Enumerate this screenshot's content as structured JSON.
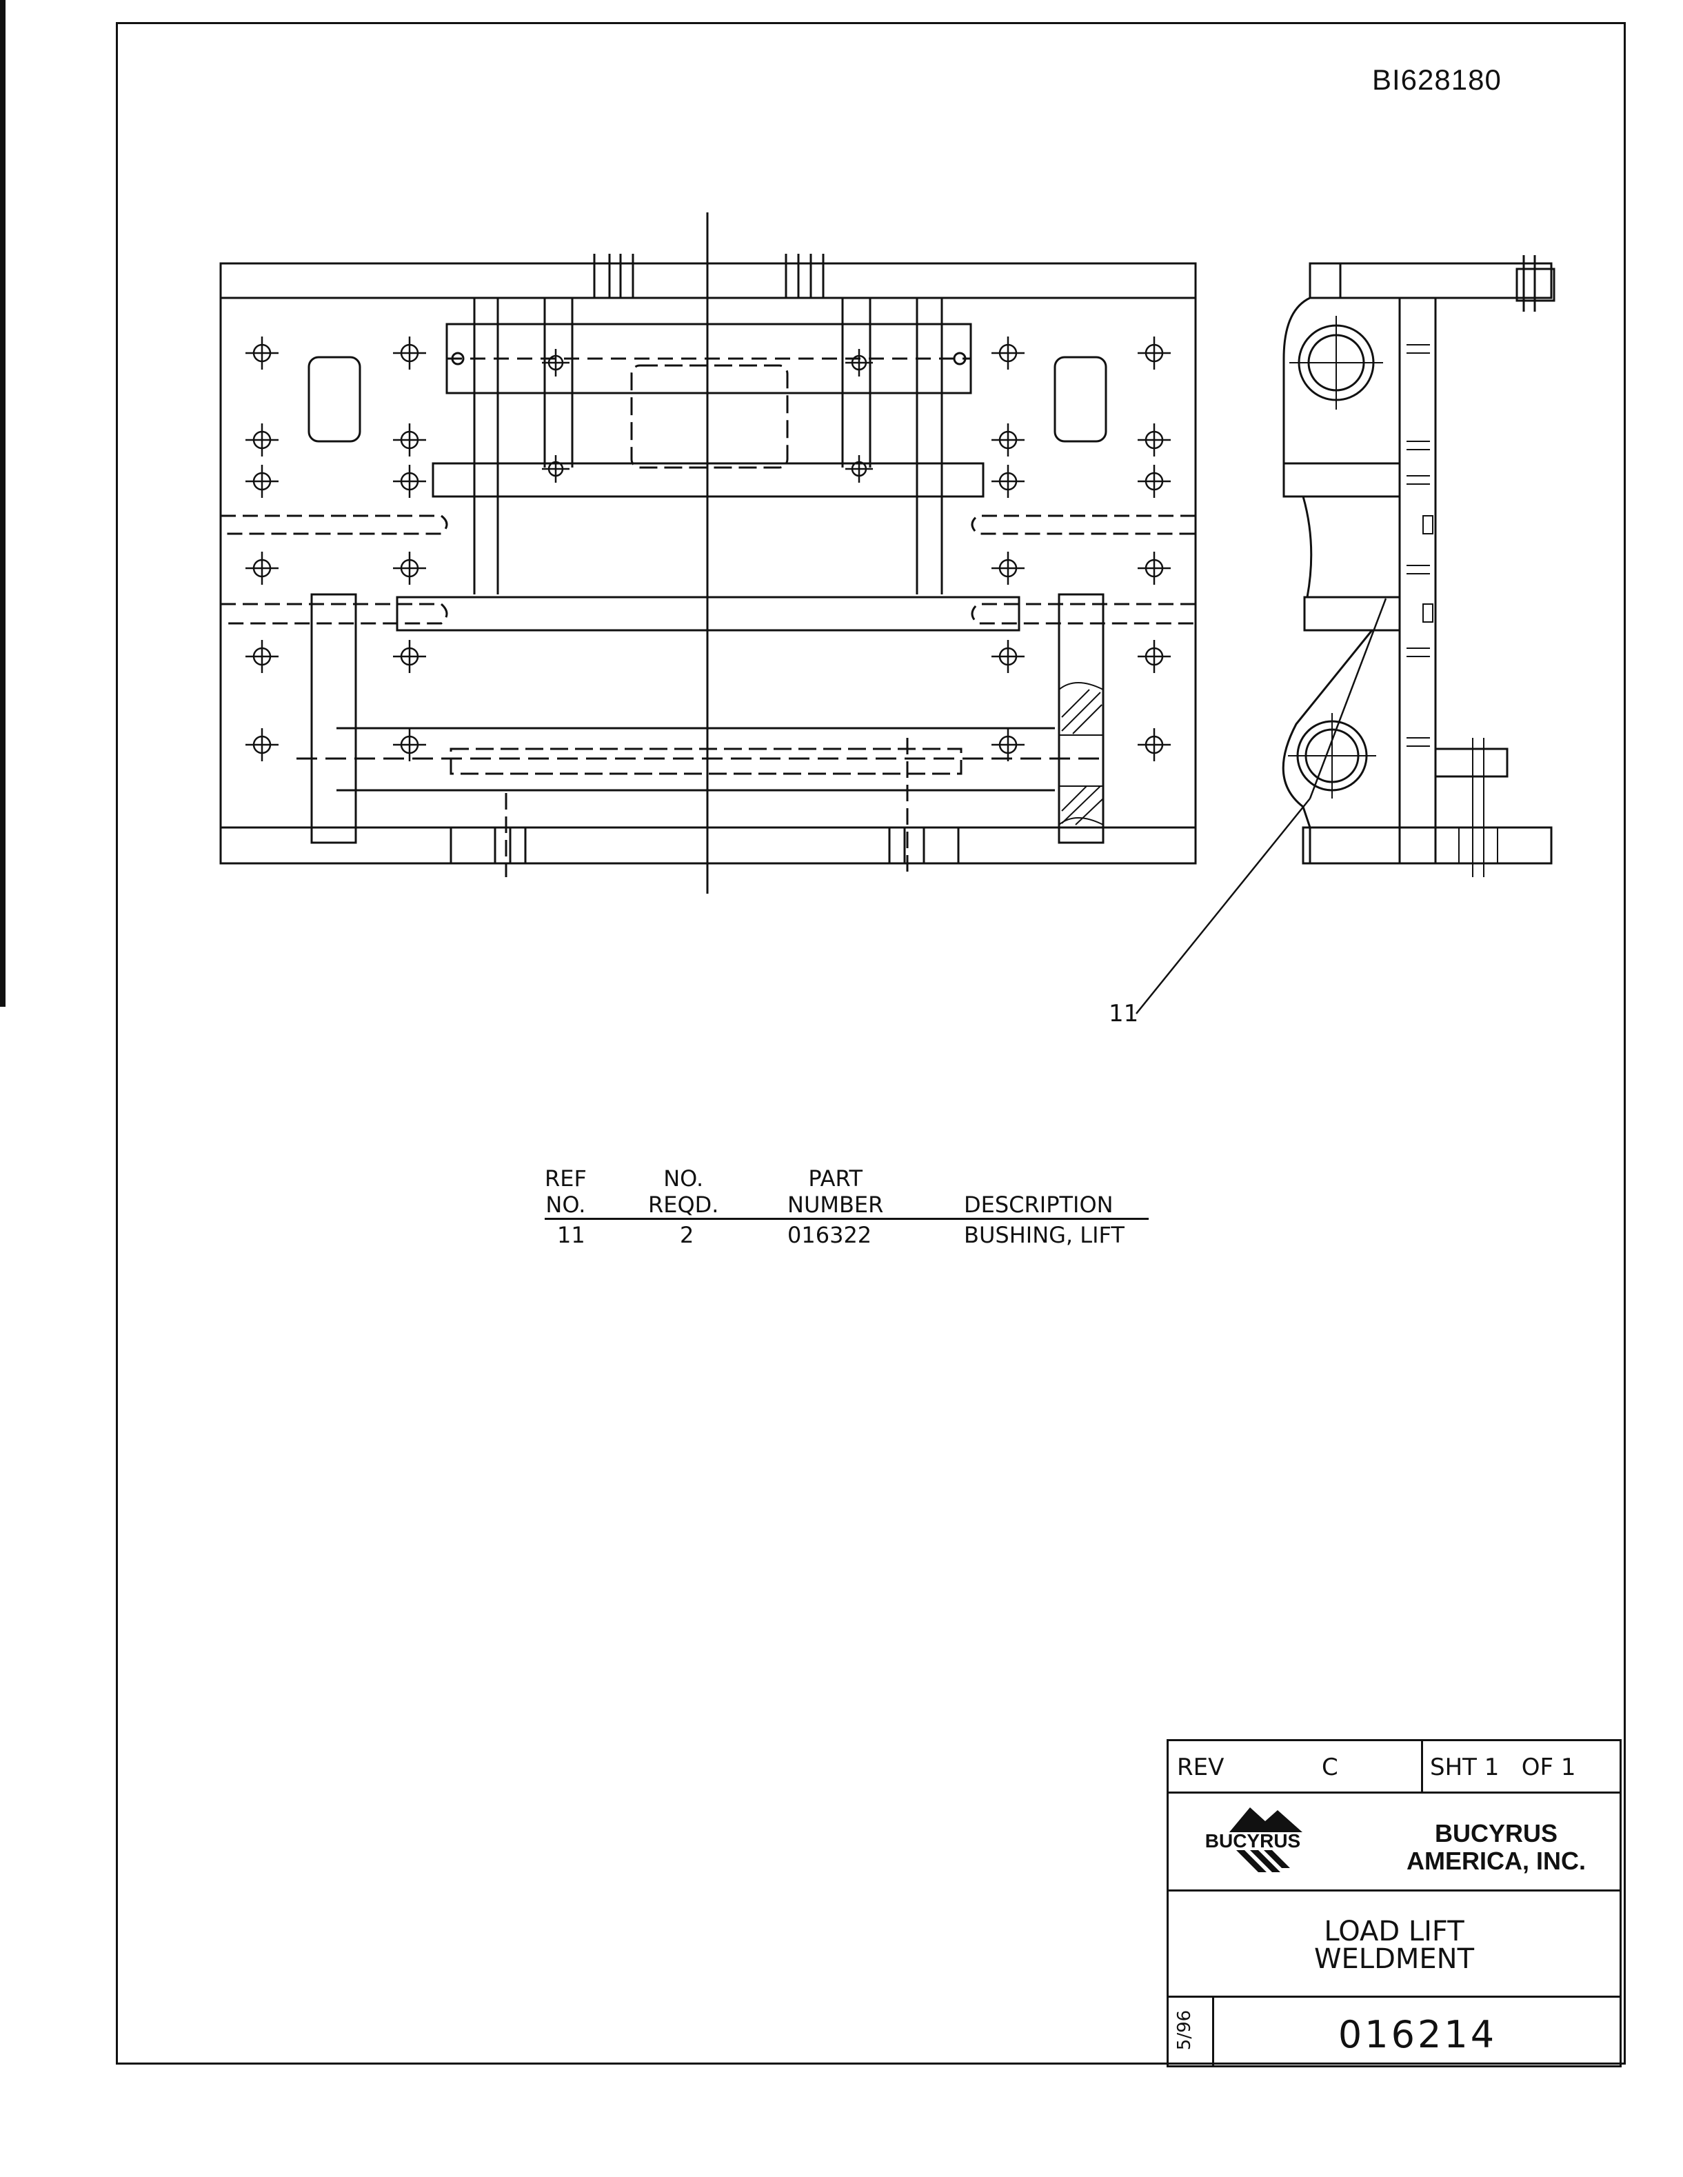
{
  "document_id": "BI628180",
  "callouts": [
    {
      "ref": "11",
      "target": "bushing-lift"
    }
  ],
  "parts_list": {
    "headers": {
      "ref_no": [
        "REF",
        "NO."
      ],
      "no_reqd": [
        "NO.",
        "REQD."
      ],
      "part_number": [
        "PART",
        "NUMBER"
      ],
      "description": [
        "DESCRIPTION"
      ]
    },
    "rows": [
      {
        "ref_no": "11",
        "no_reqd": "2",
        "part_number": "016322",
        "description": "BUSHING, LIFT"
      }
    ]
  },
  "title_block": {
    "rev_label": "REV",
    "rev_value": "C",
    "sheet": "SHT 1   OF 1",
    "logo_text": "BUCYRUS",
    "company": [
      "BUCYRUS",
      "AMERICA, INC."
    ],
    "title": [
      "LOAD LIFT",
      "WELDMENT"
    ],
    "date": "5/96",
    "drawing_number": "016214"
  }
}
